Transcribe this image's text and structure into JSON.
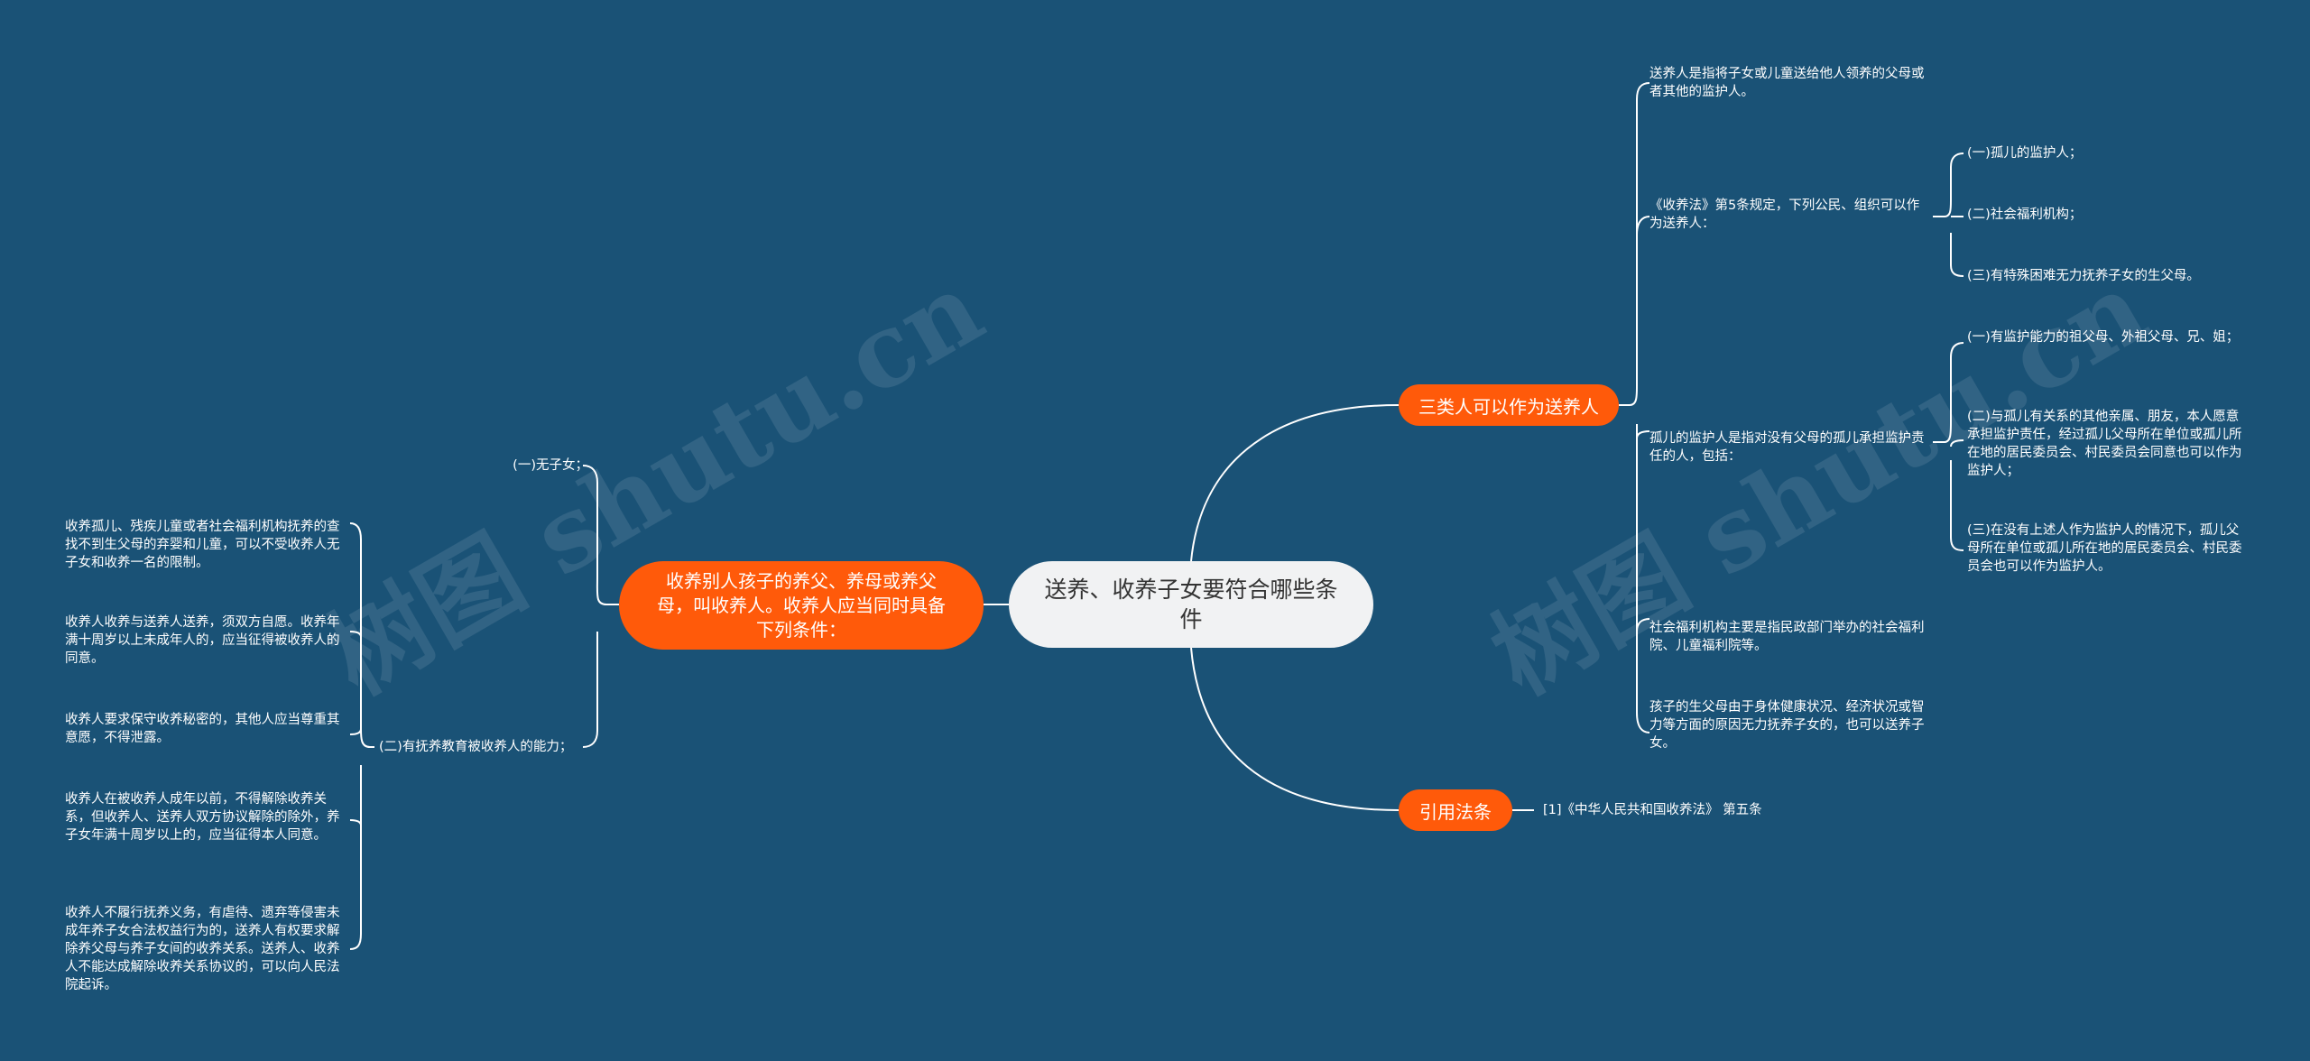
{
  "root": {
    "label": "送养、收养子女要符合哪些条件"
  },
  "left_branch": {
    "label": "收养别人孩子的养父、养母或养父母，叫收养人。收养人应当同时具备下列条件：",
    "children": [
      {
        "label": "(一)无子女；"
      },
      {
        "label": "(二)有抚养教育被收养人的能力；",
        "children": [
          {
            "label": "收养孤儿、残疾儿童或者社会福利机构抚养的查找不到生父母的弃婴和儿童，可以不受收养人无子女和收养一名的限制。"
          },
          {
            "label": "收养人收养与送养人送养，须双方自愿。收养年满十周岁以上未成年人的，应当征得被收养人的同意。"
          },
          {
            "label": "收养人要求保守收养秘密的，其他人应当尊重其意愿，不得泄露。"
          },
          {
            "label": "收养人在被收养人成年以前，不得解除收养关系，但收养人、送养人双方协议解除的除外，养子女年满十周岁以上的，应当征得本人同意。"
          },
          {
            "label": "收养人不履行抚养义务，有虐待、遗弃等侵害未成年养子女合法权益行为的，送养人有权要求解除养父母与养子女间的收养关系。送养人、收养人不能达成解除收养关系协议的，可以向人民法院起诉。"
          }
        ]
      }
    ]
  },
  "right_branch_1": {
    "label": "三类人可以作为送养人",
    "children": [
      {
        "label": "送养人是指将子女或儿童送给他人领养的父母或者其他的监护人。"
      },
      {
        "label": "《收养法》第5条规定，下列公民、组织可以作为送养人：",
        "children": [
          {
            "label": "(一)孤儿的监护人；"
          },
          {
            "label": "(二)社会福利机构；"
          },
          {
            "label": "(三)有特殊困难无力抚养子女的生父母。"
          }
        ]
      },
      {
        "label": "孤儿的监护人是指对没有父母的孤儿承担监护责任的人，包括：",
        "children": [
          {
            "label": "(一)有监护能力的祖父母、外祖父母、兄、姐；"
          },
          {
            "label": "(二)与孤儿有关系的其他亲属、朋友，本人愿意承担监护责任，经过孤儿父母所在单位或孤儿所在地的居民委员会、村民委员会同意也可以作为监护人；"
          },
          {
            "label": "(三)在没有上述人作为监护人的情况下，孤儿父母所在单位或孤儿所在地的居民委员会、村民委员会也可以作为监护人。"
          }
        ]
      },
      {
        "label": "社会福利机构主要是指民政部门举办的社会福利院、儿童福利院等。"
      },
      {
        "label": "孩子的生父母由于身体健康状况、经济状况或智力等方面的原因无力抚养子女的，也可以送养子女。"
      }
    ]
  },
  "right_branch_2": {
    "label": "引用法条",
    "children": [
      {
        "label": "[1]《中华人民共和国收养法》 第五条"
      }
    ]
  },
  "watermark": {
    "text": "树图 shutu.cn"
  },
  "colors": {
    "background": "#1a5276",
    "branch": "#ff5a0a",
    "root": "#f1f2f3",
    "line": "#ffffff"
  }
}
